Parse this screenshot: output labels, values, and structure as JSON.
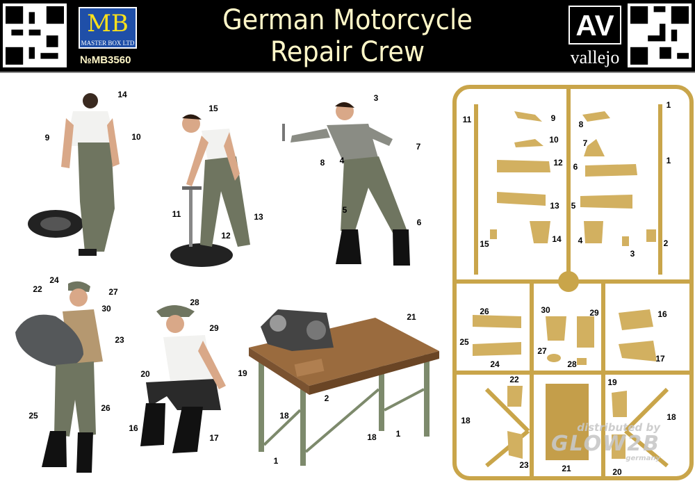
{
  "header": {
    "title_line1": "German Motorcycle",
    "title_line2": "Repair Crew",
    "brand_logo_letters": "MB",
    "brand_name": "MASTER BOX LTD",
    "catalog_number": "№MB3560",
    "partner_logo_letters": "AV",
    "partner_name": "vallejo"
  },
  "watermark": {
    "line1": "distributed by",
    "line2": "GLOW2B",
    "line3": "germany"
  },
  "figure_labels": [
    "14",
    "9",
    "10",
    "15",
    "11",
    "12",
    "13",
    "3",
    "7",
    "8",
    "4",
    "5",
    "6",
    "22",
    "24",
    "27",
    "30",
    "23",
    "25",
    "26",
    "28",
    "29",
    "20",
    "19",
    "16",
    "17",
    "21",
    "2",
    "18",
    "18",
    "1",
    "1"
  ],
  "sprue_labels": [
    "11",
    "9",
    "10",
    "8",
    "7",
    "1",
    "1",
    "12",
    "6",
    "13",
    "5",
    "14",
    "4",
    "15",
    "3",
    "2",
    "26",
    "30",
    "29",
    "16",
    "25",
    "27",
    "28",
    "17",
    "24",
    "22",
    "19",
    "18",
    "18",
    "21",
    "20",
    "23"
  ],
  "colors": {
    "sprue": "#c9a54a",
    "uniform": "#6f7560",
    "header_bg": "#000000",
    "title": "#fff7c8",
    "table_top": "#9a6b3e"
  }
}
